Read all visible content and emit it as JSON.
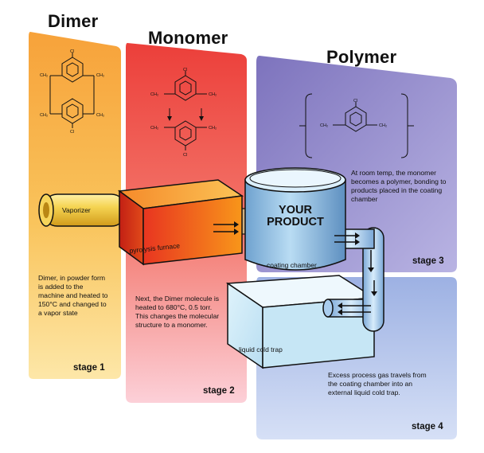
{
  "stages": [
    {
      "title": "Dimer",
      "label": "stage 1",
      "description": "Dimer, in powder form is added to the machine and heated to 150°C and changed to a vapor state"
    },
    {
      "title": "Monomer",
      "label": "stage 2",
      "description": "Next, the Dimer molecule is heated to 680°C, 0.5 torr. This changes the molecular structure to a monomer."
    },
    {
      "title": "Polymer",
      "label": "stage 3",
      "description": "At room temp, the monomer becomes a polymer, bonding to products placed in the coating chamber"
    },
    {
      "title": "",
      "label": "stage 4",
      "description": "Excess process gas travels from the coating chamber into an external liquid cold trap."
    }
  ],
  "components": {
    "vaporizer": "Vaporizer",
    "pyrolysis_furnace": "pyrolysis furnace",
    "coating_chamber": "coating chamber",
    "cold_trap": "liquid cold trap",
    "product_line1": "YOUR",
    "product_line2": "PRODUCT"
  },
  "chemistry": {
    "cl": "Cl",
    "ch2": "CH₂",
    "ch": "CH"
  },
  "colors": {
    "stage1": "#f7a63c",
    "stage2": "#ee4b3c",
    "stage3": "#8c82c6",
    "stage4": "#a7b9e6",
    "pipe": "#f5d65a",
    "furnace": "#f06a1c",
    "chamber": "#8fc4ea",
    "trap": "#d6eef9"
  }
}
